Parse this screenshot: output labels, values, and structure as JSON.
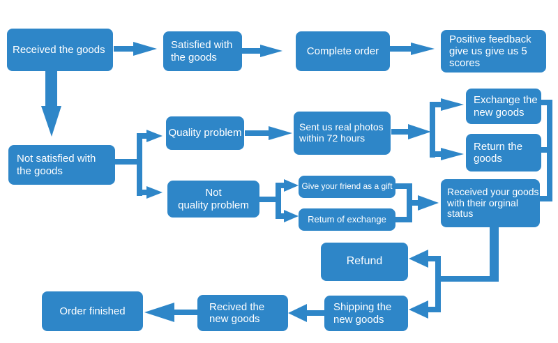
{
  "palette": {
    "node_fill": "#2e86c8",
    "connector_fill": "#2e86c8",
    "node_text": "#ffffff",
    "background": "#ffffff"
  },
  "nodes": [
    {
      "id": "received-the-goods",
      "label": "Received the goods"
    },
    {
      "id": "satisfied-with-the-goods",
      "label": "Satisfied with\nthe goods"
    },
    {
      "id": "complete-order",
      "label": "Complete order"
    },
    {
      "id": "positive-feedback",
      "label": "Positive feedback\ngive us give us 5\nscores"
    },
    {
      "id": "not-satisfied-with-the-goods",
      "label": "Not satisfied with\nthe goods"
    },
    {
      "id": "quality-problem",
      "label": "Quality problem"
    },
    {
      "id": "sent-us-real-photos",
      "label": "Sent us real photos\nwithin 72 hours"
    },
    {
      "id": "exchange-the-new-goods",
      "label": "Exchange the\nnew goods"
    },
    {
      "id": "return-the-goods",
      "label": "Return the\ngoods"
    },
    {
      "id": "not-quality-problem",
      "label": "Not\nquality problem"
    },
    {
      "id": "give-your-friend-as-a-gift",
      "label": "Give your friend as a gift"
    },
    {
      "id": "retum-of-exchange",
      "label": "Retum of exchange"
    },
    {
      "id": "received-your-goods",
      "label": "Received your goods\nwith their orginal\nstatus"
    },
    {
      "id": "refund",
      "label": "Refund"
    },
    {
      "id": "shipping-the-new-goods",
      "label": "Shipping the\nnew goods"
    },
    {
      "id": "recived-the-new-goods",
      "label": "Recived the\nnew goods"
    },
    {
      "id": "order-finished",
      "label": "Order finished"
    }
  ],
  "edges": [
    {
      "from": "received-the-goods",
      "to": "satisfied-with-the-goods"
    },
    {
      "from": "satisfied-with-the-goods",
      "to": "complete-order"
    },
    {
      "from": "complete-order",
      "to": "positive-feedback"
    },
    {
      "from": "received-the-goods",
      "to": "not-satisfied-with-the-goods"
    },
    {
      "from": "not-satisfied-with-the-goods",
      "to": "quality-problem"
    },
    {
      "from": "not-satisfied-with-the-goods",
      "to": "not-quality-problem"
    },
    {
      "from": "quality-problem",
      "to": "sent-us-real-photos"
    },
    {
      "from": "sent-us-real-photos",
      "to": "exchange-the-new-goods"
    },
    {
      "from": "sent-us-real-photos",
      "to": "return-the-goods"
    },
    {
      "from": "exchange-the-new-goods",
      "to": "received-your-goods"
    },
    {
      "from": "return-the-goods",
      "to": "received-your-goods"
    },
    {
      "from": "not-quality-problem",
      "to": "give-your-friend-as-a-gift"
    },
    {
      "from": "not-quality-problem",
      "to": "retum-of-exchange"
    },
    {
      "from": "give-your-friend-as-a-gift",
      "to": "received-your-goods"
    },
    {
      "from": "retum-of-exchange",
      "to": "received-your-goods"
    },
    {
      "from": "received-your-goods",
      "to": "refund"
    },
    {
      "from": "received-your-goods",
      "to": "shipping-the-new-goods"
    },
    {
      "from": "shipping-the-new-goods",
      "to": "recived-the-new-goods"
    },
    {
      "from": "recived-the-new-goods",
      "to": "order-finished"
    }
  ]
}
